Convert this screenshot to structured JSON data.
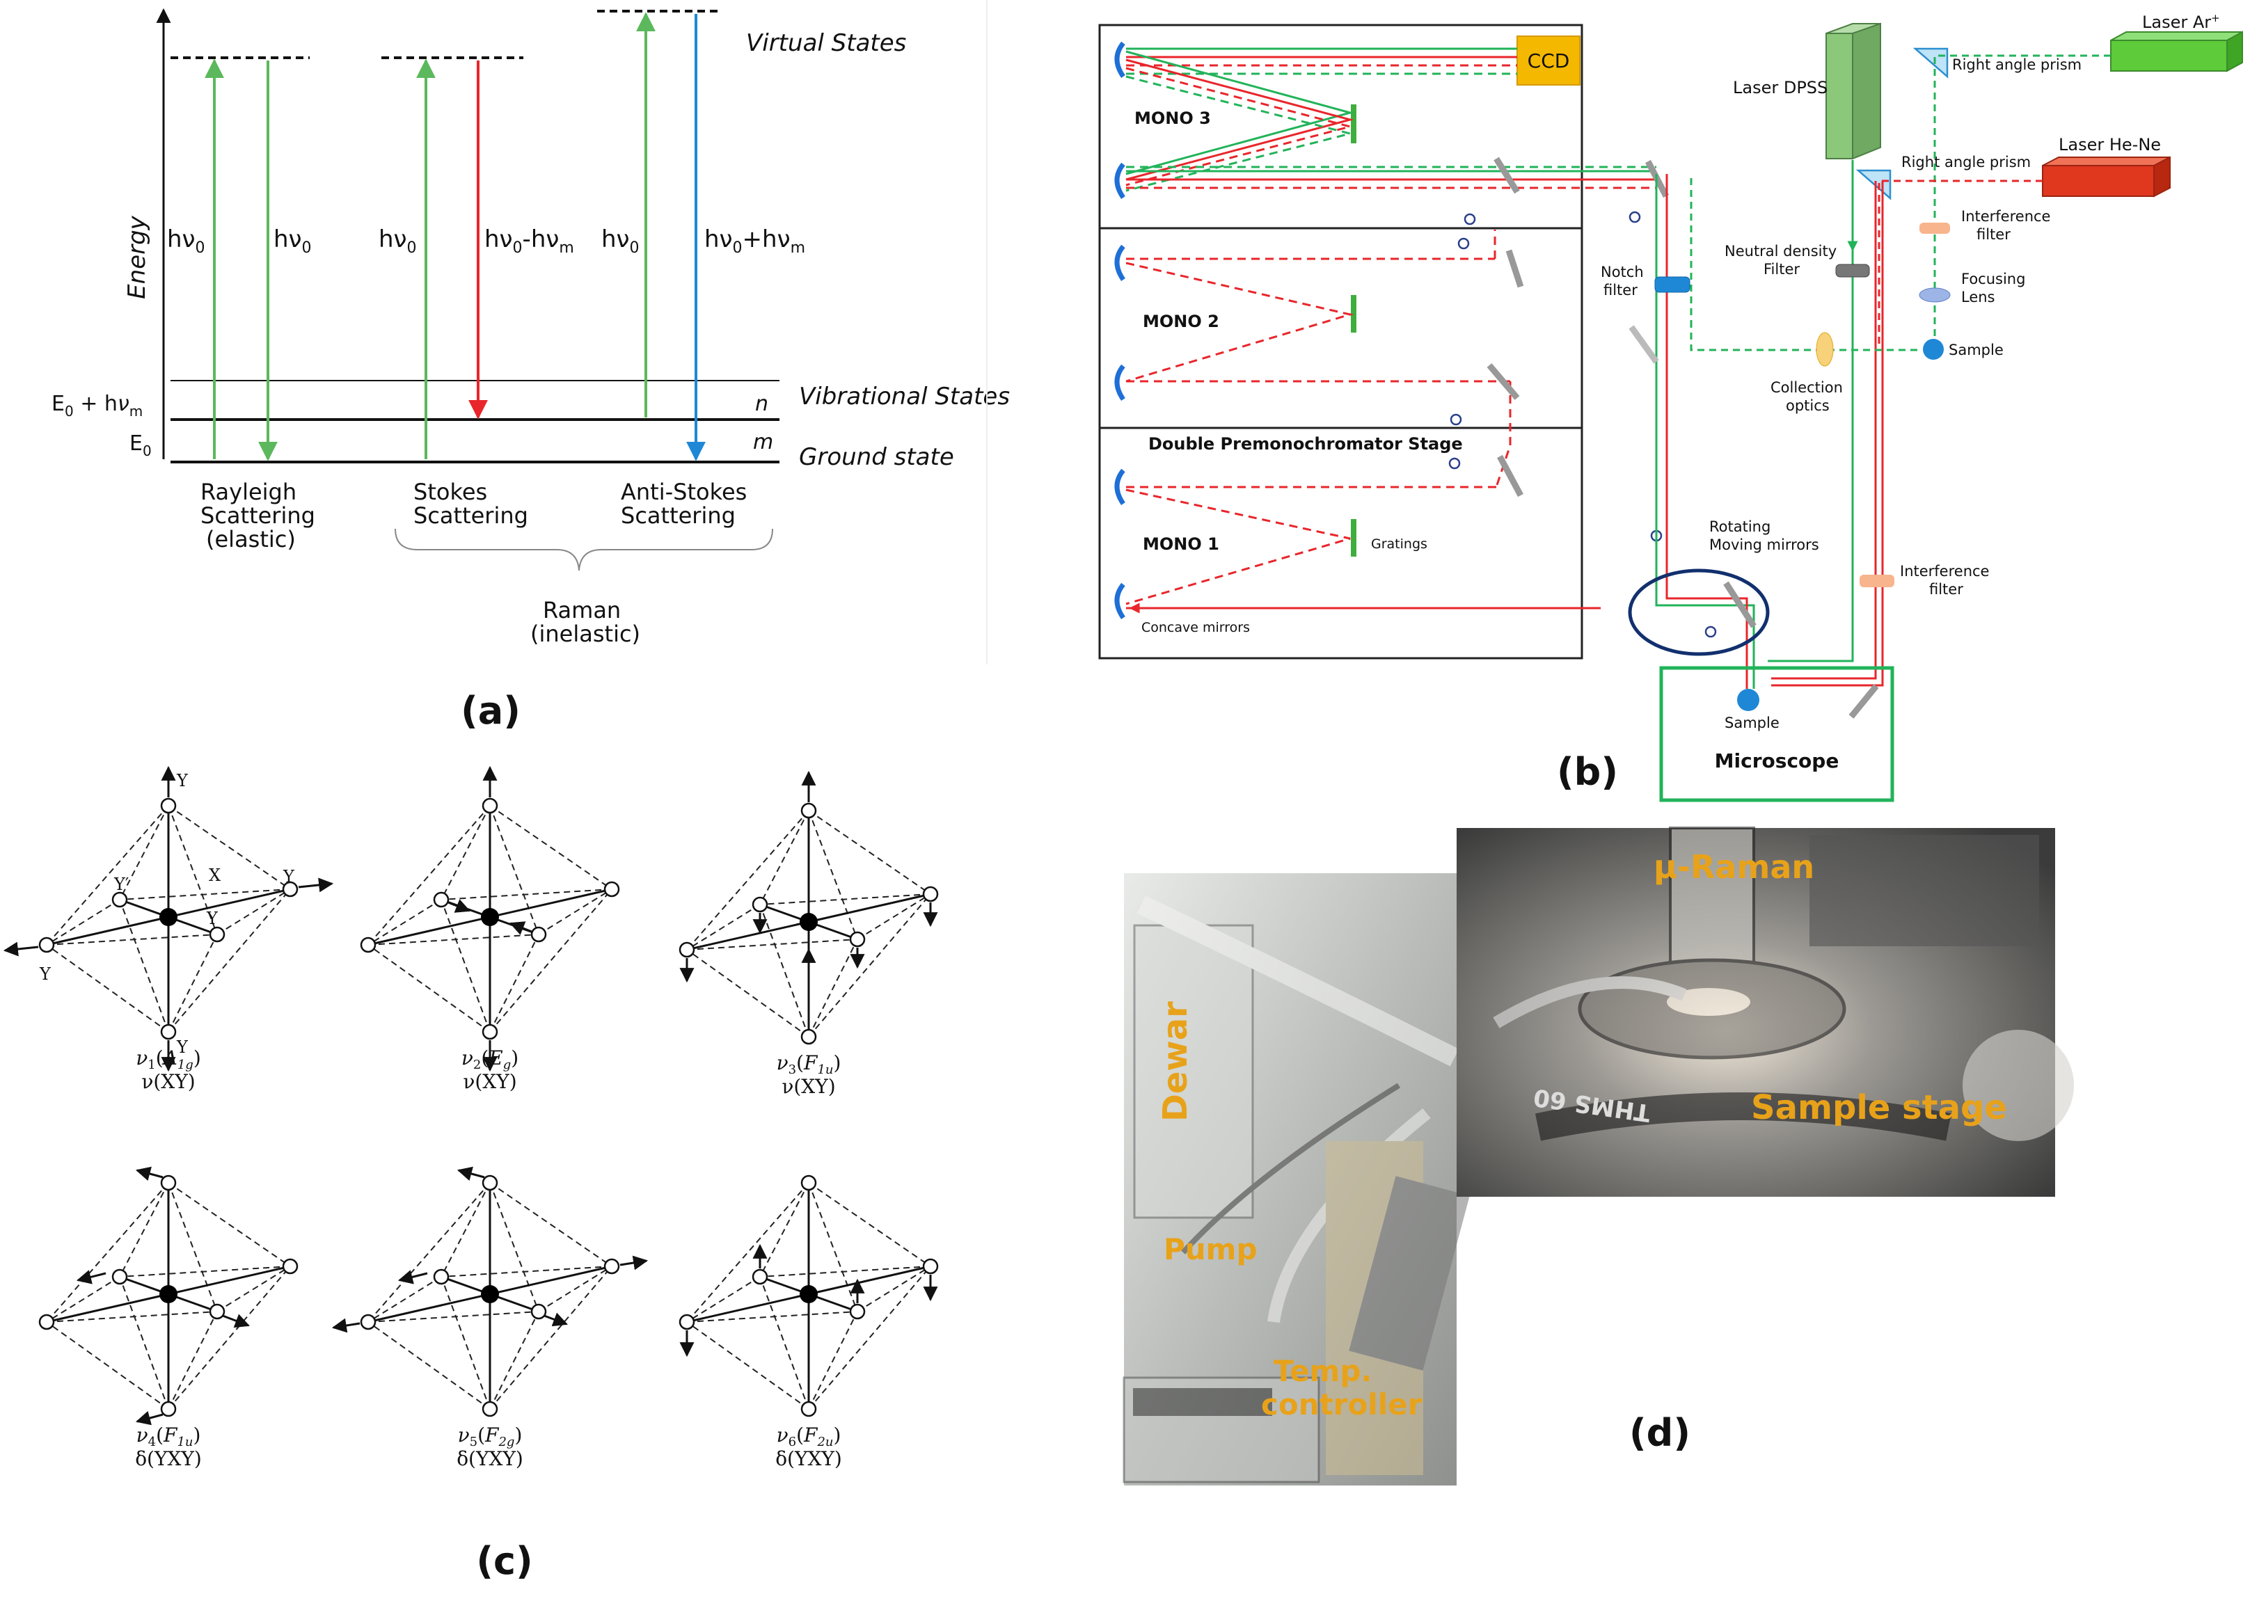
{
  "panels": {
    "a": {
      "label": "(a)",
      "energy_axis": "Energy",
      "virtual_states": "Virtual States",
      "vibrational_states": "Vibrational States",
      "ground_state": "Ground state",
      "level_n": "n",
      "level_m": "m",
      "e0_plus": "E",
      "e0": "E",
      "rayleigh_up": "hν",
      "rayleigh_down": "hν",
      "stokes_up": "hν",
      "stokes_down": "hν",
      "stokes_down_tail": "-hν",
      "anti_up": "hν",
      "anti_down": "hν",
      "anti_down_tail": "+hν",
      "rayleigh": [
        "Rayleigh",
        "Scattering",
        "(elastic)"
      ],
      "stokes": [
        "Stokes",
        "Scattering"
      ],
      "anti_stokes": [
        "Anti-Stokes",
        "Scattering"
      ],
      "raman": [
        "Raman",
        "(inelastic)"
      ],
      "colors": {
        "rayleigh": "#5cb85c",
        "stokes": "#e8262b",
        "anti_stokes": "#1e88d6"
      }
    },
    "b": {
      "label": "(b)",
      "ccd": "CCD",
      "mono3": "MONO 3",
      "mono2": "MONO 2",
      "mono1": "MONO 1",
      "double_stage": "Double Premonochromator Stage",
      "gratings": "Gratings",
      "concave_mirrors": "Concave mirrors",
      "laser_dpss": "Laser DPSS",
      "laser_ar": "Laser Ar",
      "laser_ar_sup": "+",
      "laser_hene": "Laser He-Ne",
      "right_angle_prism_1": "Right angle prism",
      "right_angle_prism_2": "Right angle prism",
      "interference_filter_1": [
        "Interference",
        "filter"
      ],
      "interference_filter_2": [
        "Interference",
        "filter"
      ],
      "focusing_lens": [
        "Focusing",
        "Lens"
      ],
      "sample_1": "Sample",
      "sample_2": "Sample",
      "neutral_density": [
        "Neutral density",
        "Filter"
      ],
      "notch_filter": [
        "Notch",
        "filter"
      ],
      "collection_optics": [
        "Collection",
        "optics"
      ],
      "rotating_mirrors": [
        "Rotating",
        "Moving mirrors"
      ],
      "microscope": "Microscope",
      "colors": {
        "green_beam": "#22b35a",
        "red_beam": "#e8262b",
        "ccd": "#f5b800",
        "laser_ar": "#5dcb3a",
        "laser_hene": "#e0371f",
        "laser_dpss": "#8bc87a"
      }
    },
    "c": {
      "label": "(c)",
      "axis_labels": {
        "y_top": "Y",
        "y_bottom": "Y",
        "y_left": "Y",
        "y_right": "Y",
        "x": "X",
        "y_prime": "Y′",
        "y_small": "Y"
      },
      "modes": [
        {
          "name": "ν",
          "sub": "1",
          "sym": "A",
          "sym_sub": "1g",
          "coord": "ν(XY)"
        },
        {
          "name": "ν",
          "sub": "2",
          "sym": "E",
          "sym_sub": "g",
          "coord": "ν(XY)"
        },
        {
          "name": "ν",
          "sub": "3",
          "sym": "F",
          "sym_sub": "1u",
          "coord": "ν(XY)"
        },
        {
          "name": "ν",
          "sub": "4",
          "sym": "F",
          "sym_sub": "1u",
          "coord": "δ(YXY)"
        },
        {
          "name": "ν",
          "sub": "5",
          "sym": "F",
          "sym_sub": "2g",
          "coord": "δ(YXY)"
        },
        {
          "name": "ν",
          "sub": "6",
          "sym": "F",
          "sym_sub": "2u",
          "coord": "δ(YXY)"
        }
      ]
    },
    "d": {
      "label": "(d)",
      "dewar": "Dewar",
      "pump": "Pump",
      "temp_controller": [
        "Temp.",
        "controller"
      ],
      "micro_raman": "µ-Raman",
      "sample_stage": "Sample stage",
      "photo_text": "THMS 60",
      "label_color": "#e8a21a"
    }
  }
}
